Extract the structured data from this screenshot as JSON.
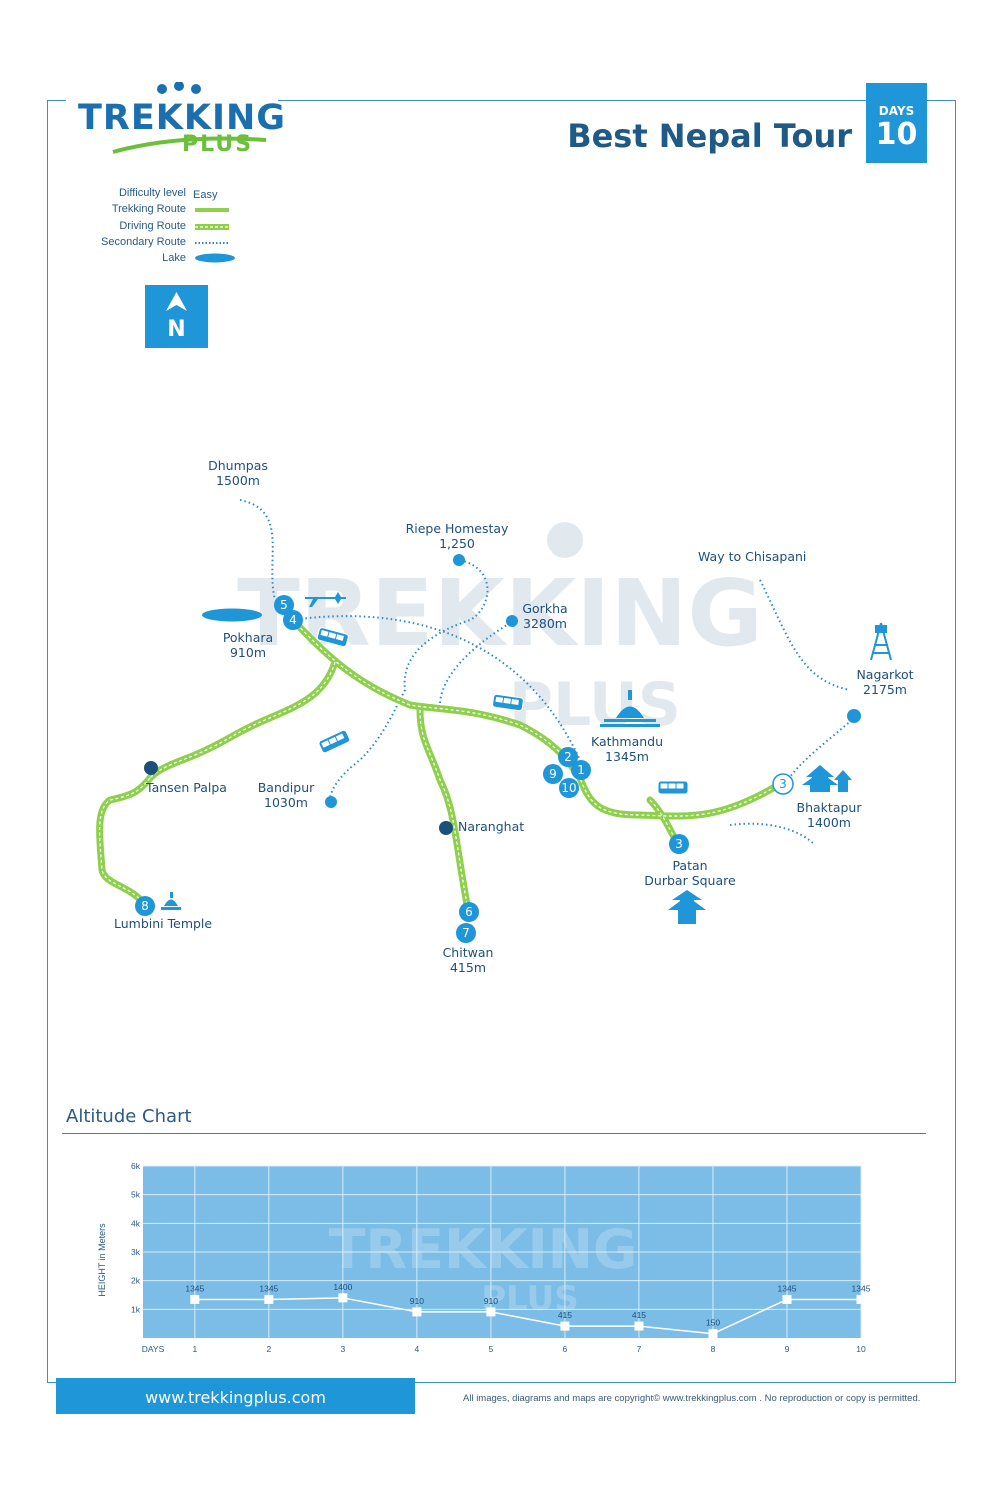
{
  "header": {
    "logo_main": "TREKKING",
    "logo_sub": "PLUS",
    "title": "Best Nepal Tour",
    "days_label": "DAYS",
    "days_value": "10"
  },
  "legend": {
    "difficulty_label": "Difficulty level",
    "difficulty_value": "Easy",
    "items": [
      {
        "label": "Trekking Route",
        "icon": "trekking-route-line"
      },
      {
        "label": "Driving Route",
        "icon": "driving-route-line"
      },
      {
        "label": "Secondary Route",
        "icon": "secondary-route-dots"
      },
      {
        "label": "Lake",
        "icon": "lake-shape"
      }
    ]
  },
  "compass": {
    "letter": "N"
  },
  "places": [
    {
      "name": "Dhumpas",
      "alt": "1500m"
    },
    {
      "name": "Riepe Homestay",
      "alt": "1,250"
    },
    {
      "name": "Way to Chisapani",
      "alt": ""
    },
    {
      "name": "Gorkha",
      "alt": "3280m"
    },
    {
      "name": "Pokhara",
      "alt": "910m"
    },
    {
      "name": "Nagarkot",
      "alt": "2175m"
    },
    {
      "name": "Kathmandu",
      "alt": "1345m"
    },
    {
      "name": "Tansen Palpa",
      "alt": ""
    },
    {
      "name": "Bandipur",
      "alt": "1030m"
    },
    {
      "name": "Bhaktapur",
      "alt": "1400m"
    },
    {
      "name": "Naranghat",
      "alt": ""
    },
    {
      "name": "Patan",
      "alt": "Durbar Square"
    },
    {
      "name": "Lumbini Temple",
      "alt": ""
    },
    {
      "name": "Chitwan",
      "alt": "415m"
    }
  ],
  "day_markers": [
    "5",
    "4",
    "2",
    "9",
    "1",
    "10",
    "3",
    "3",
    "8",
    "6",
    "7"
  ],
  "altitude_chart": {
    "title": "Altitude Chart",
    "colors": {
      "background": "#7bbde6",
      "grid": "#d7ecf8",
      "line": "#ffffff"
    },
    "chart_data": {
      "type": "line",
      "title": "",
      "ylabel": "HEIGHT in Meters",
      "xlabel": "DAYS",
      "x": [
        1,
        2,
        3,
        4,
        5,
        6,
        7,
        8,
        9,
        10
      ],
      "y_tick_labels": [
        "1k",
        "2k",
        "3k",
        "4k",
        "5k",
        "6k"
      ],
      "ylim": [
        0,
        6000
      ],
      "grid": true,
      "values": [
        1345,
        1345,
        1400,
        910,
        910,
        415,
        415,
        150,
        1345,
        1345
      ],
      "data_labels": [
        "1345",
        "1345",
        "1400",
        "910",
        "910",
        "415",
        "415",
        "150",
        "1345",
        "1345"
      ]
    }
  },
  "footer": {
    "url": "www.trekkingplus.com",
    "copyright": "All images, diagrams and maps are copyright© www.trekkingplus.com .  No reproduction or copy is permitted."
  }
}
